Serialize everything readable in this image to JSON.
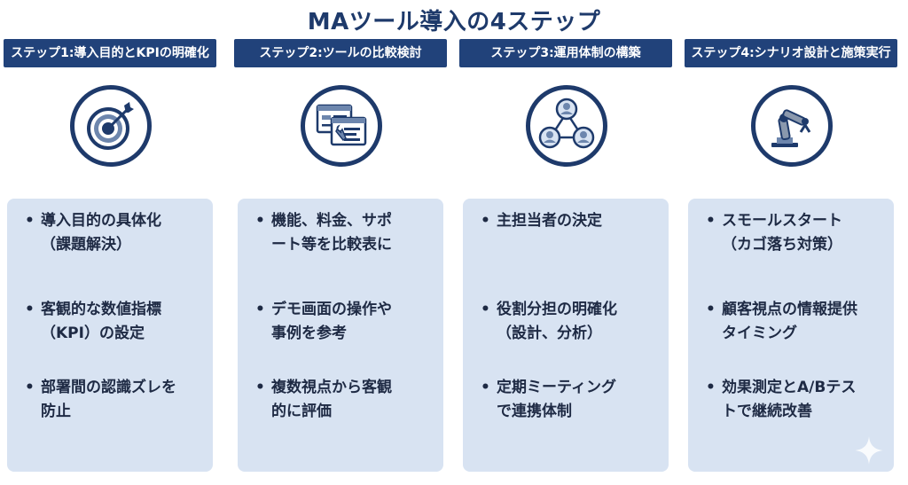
{
  "title": "MAツール導入の4ステップ",
  "colors": {
    "navy": "#1e3a6b",
    "header": "#21427a",
    "card": "#d8e3f2",
    "text": "#1e2a44"
  },
  "steps": [
    {
      "header": "ステップ1:導入目的とKPIの明確化",
      "icon": "target-icon",
      "items": [
        "導入目的の具体化\n（課題解決）",
        "客観的な数値指標\n（KPI）の設定",
        "部署間の認識ズレを\n防止"
      ]
    },
    {
      "header": "ステップ2:ツールの比較検討",
      "icon": "browser-windows-icon",
      "items": [
        "機能、料金、サポ\nート等を比較表に",
        "デモ画面の操作や\n事例を参考",
        "複数視点から客観\n的に評価"
      ]
    },
    {
      "header": "ステップ3:運用体制の構築",
      "icon": "team-network-icon",
      "items": [
        "主担当者の決定",
        "役割分担の明確化\n（設計、分析）",
        "定期ミーティング\nで連携体制"
      ]
    },
    {
      "header": "ステップ4:シナリオ設計と施策実行",
      "icon": "robot-arm-icon",
      "items": [
        "スモールスタート\n（カゴ落ち対策）",
        "顧客視点の情報提供\nタイミング",
        "効果測定とA/Bテス\nトで継続改善"
      ]
    }
  ]
}
